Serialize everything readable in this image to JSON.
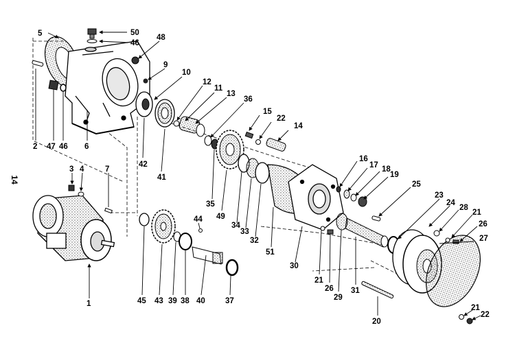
{
  "page_number": "14",
  "labels": {
    "l1": "1",
    "l2": "2",
    "l3": "3",
    "l4": "4",
    "l5": "5",
    "l6": "6",
    "l7": "7",
    "l9": "9",
    "l10": "10",
    "l11": "11",
    "l12": "12",
    "l13": "13",
    "l14a": "14",
    "l15": "15",
    "l16": "16",
    "l17": "17",
    "l18": "18",
    "l19": "19",
    "l20": "20",
    "l21a": "21",
    "l21b": "21",
    "l21c": "21",
    "l22a": "22",
    "l22b": "22",
    "l23": "23",
    "l24": "24",
    "l25": "25",
    "l26a": "26",
    "l26b": "26",
    "l27": "27",
    "l28": "28",
    "l29": "29",
    "l30": "30",
    "l31": "31",
    "l32": "32",
    "l33": "33",
    "l34": "34",
    "l35": "35",
    "l36": "36",
    "l37": "37",
    "l38": "38",
    "l39": "39",
    "l40": "40",
    "l41": "41",
    "l42": "42",
    "l43": "43",
    "l44": "44",
    "l45": "45",
    "l46a": "46",
    "l46b": "46",
    "l47": "47",
    "l48": "48",
    "l49": "49",
    "l50": "50",
    "l51": "51"
  }
}
